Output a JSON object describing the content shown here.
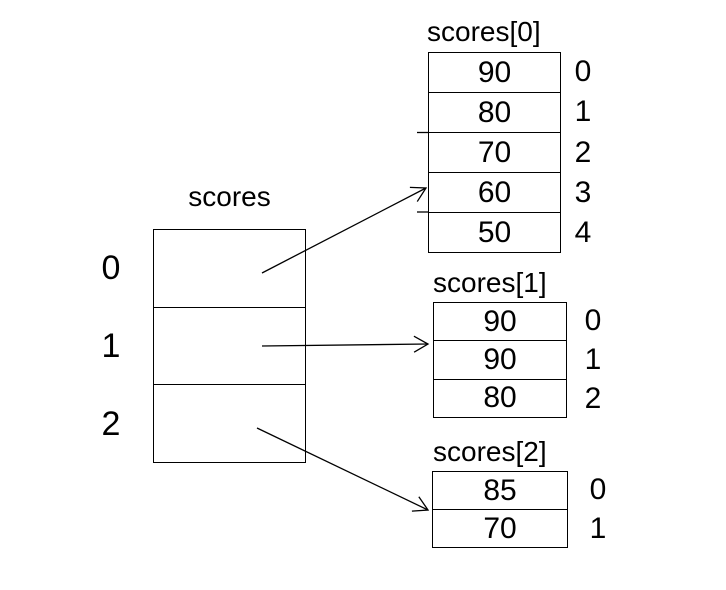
{
  "diagram": {
    "description": "jagged-array-of-arrays",
    "colors": {
      "line": "#000000",
      "text": "#000000",
      "background": "#ffffff"
    },
    "main_array": {
      "label": "scores",
      "indices": [
        "0",
        "1",
        "2"
      ]
    },
    "sub_arrays": [
      {
        "label": "scores[0]",
        "values": [
          "90",
          "80",
          "70",
          "60",
          "50"
        ],
        "indices": [
          "0",
          "1",
          "2",
          "3",
          "4"
        ]
      },
      {
        "label": "scores[1]",
        "values": [
          "90",
          "90",
          "80"
        ],
        "indices": [
          "0",
          "1",
          "2"
        ]
      },
      {
        "label": "scores[2]",
        "values": [
          "85",
          "70"
        ],
        "indices": [
          "0",
          "1"
        ]
      }
    ]
  }
}
